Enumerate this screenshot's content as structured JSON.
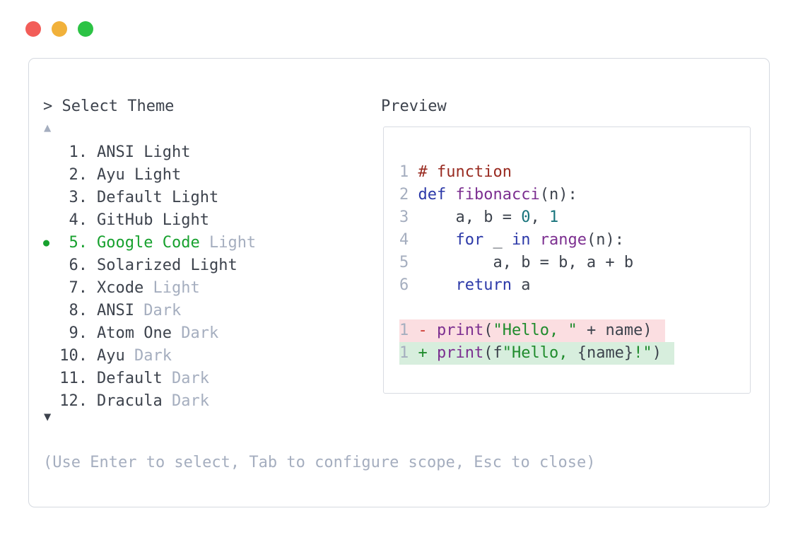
{
  "palette": {
    "prompt": "> Select Theme",
    "up_indicator": "▲",
    "down_indicator": "▼",
    "selected_marker": "●",
    "items": [
      {
        "number": "1.",
        "name": "ANSI",
        "variant": "Light",
        "variant_muted": false,
        "selected": false
      },
      {
        "number": "2.",
        "name": "Ayu",
        "variant": "Light",
        "variant_muted": false,
        "selected": false
      },
      {
        "number": "3.",
        "name": "Default",
        "variant": "Light",
        "variant_muted": false,
        "selected": false
      },
      {
        "number": "4.",
        "name": "GitHub",
        "variant": "Light",
        "variant_muted": false,
        "selected": false
      },
      {
        "number": "5.",
        "name": "Google Code",
        "variant": "Light",
        "variant_muted": true,
        "selected": true
      },
      {
        "number": "6.",
        "name": "Solarized",
        "variant": "Light",
        "variant_muted": false,
        "selected": false
      },
      {
        "number": "7.",
        "name": "Xcode",
        "variant": "Light",
        "variant_muted": true,
        "selected": false
      },
      {
        "number": "8.",
        "name": "ANSI",
        "variant": "Dark",
        "variant_muted": true,
        "selected": false
      },
      {
        "number": "9.",
        "name": "Atom One",
        "variant": "Dark",
        "variant_muted": true,
        "selected": false
      },
      {
        "number": "10.",
        "name": "Ayu",
        "variant": "Dark",
        "variant_muted": true,
        "selected": false
      },
      {
        "number": "11.",
        "name": "Default",
        "variant": "Dark",
        "variant_muted": true,
        "selected": false
      },
      {
        "number": "12.",
        "name": "Dracula",
        "variant": "Dark",
        "variant_muted": true,
        "selected": false
      }
    ],
    "hint": "(Use Enter to select, Tab to configure scope, Esc to close)"
  },
  "preview": {
    "label": "Preview",
    "lines": [
      {
        "cls": "",
        "segs": [
          [
            "ln",
            "1 "
          ],
          [
            "cm",
            "# function"
          ]
        ]
      },
      {
        "cls": "",
        "segs": [
          [
            "ln",
            "2 "
          ],
          [
            "kw",
            "def"
          ],
          [
            "tx",
            " "
          ],
          [
            "fn",
            "fibonacci"
          ],
          [
            "tx",
            "(n):"
          ]
        ]
      },
      {
        "cls": "",
        "segs": [
          [
            "ln",
            "3 "
          ],
          [
            "tx",
            "    a, b = "
          ],
          [
            "nm",
            "0"
          ],
          [
            "tx",
            ", "
          ],
          [
            "nm",
            "1"
          ]
        ]
      },
      {
        "cls": "",
        "segs": [
          [
            "ln",
            "4 "
          ],
          [
            "tx",
            "    "
          ],
          [
            "kw",
            "for"
          ],
          [
            "tx",
            " _ "
          ],
          [
            "kw",
            "in"
          ],
          [
            "tx",
            " "
          ],
          [
            "fn",
            "range"
          ],
          [
            "tx",
            "(n):"
          ]
        ]
      },
      {
        "cls": "",
        "segs": [
          [
            "ln",
            "5 "
          ],
          [
            "tx",
            "        a, b = b, a + b"
          ]
        ]
      },
      {
        "cls": "",
        "segs": [
          [
            "ln",
            "6 "
          ],
          [
            "tx",
            "    "
          ],
          [
            "kw",
            "return"
          ],
          [
            "tx",
            " a"
          ]
        ]
      },
      {
        "cls": "",
        "segs": []
      },
      {
        "cls": "removed",
        "segs": [
          [
            "ln",
            "1 "
          ],
          [
            "mi",
            "-"
          ],
          [
            "tx",
            " "
          ],
          [
            "fn",
            "print"
          ],
          [
            "tx",
            "("
          ],
          [
            "st",
            "\"Hello, \""
          ],
          [
            "tx",
            " + name)"
          ]
        ]
      },
      {
        "cls": "added",
        "segs": [
          [
            "ln",
            "1 "
          ],
          [
            "pl",
            "+"
          ],
          [
            "tx",
            " "
          ],
          [
            "fn",
            "print"
          ],
          [
            "tx",
            "(f"
          ],
          [
            "st",
            "\"Hello, "
          ],
          [
            "tx",
            "{name}"
          ],
          [
            "st",
            "!\""
          ],
          [
            "tx",
            ")"
          ]
        ]
      }
    ]
  },
  "colors": {
    "text": "#3d434d",
    "muted": "#a5aebf",
    "selection_green": "#17a12e",
    "code_text": "#3d434d",
    "comment": "#992b21",
    "keyword": "#2c39a8",
    "function_name": "#7c2f90",
    "number_literal": "#18747c",
    "string": "#1f8b2c",
    "diff_minus": "#cc3b33",
    "diff_plus": "#1f8b2c",
    "removed_bg": "#fbdee1",
    "added_bg": "#d7eedd",
    "panel_border": "#d5d9e0",
    "box_border": "#d8dbe2",
    "light_red": "#f25d58",
    "light_yellow": "#f1b13a",
    "light_green": "#2cc345"
  }
}
